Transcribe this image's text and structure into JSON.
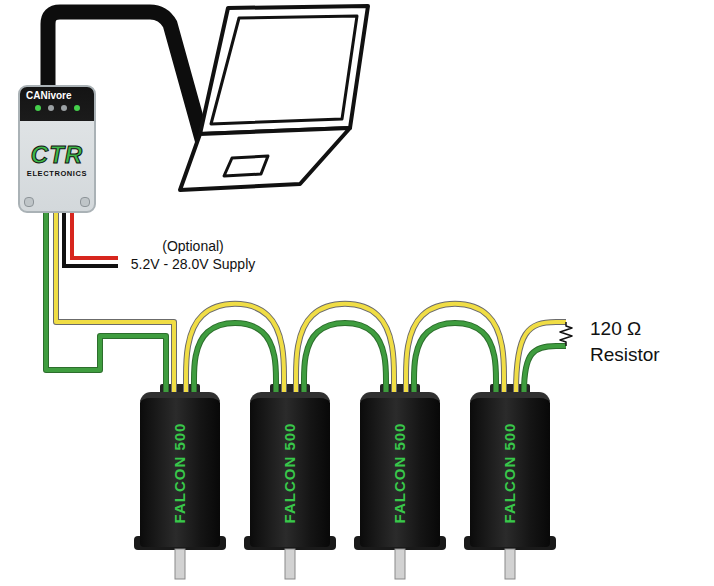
{
  "diagram": {
    "nodes": [
      {
        "text": [
          "CANivore",
          "CTR",
          "ELECTRONICS"
        ]
      },
      {
        "text": [
          "FALCON 500"
        ]
      },
      {
        "text": [
          "FALCON 500"
        ]
      },
      {
        "text": [
          "FALCON 500"
        ]
      },
      {
        "text": [
          "FALCON 500"
        ]
      }
    ],
    "edges": [
      {
        "from": 0,
        "to": 1,
        "arrow": "none"
      },
      {
        "from": 1,
        "to": 2,
        "arrow": "none"
      },
      {
        "from": 2,
        "to": 3,
        "arrow": "none"
      },
      {
        "from": 3,
        "to": 4,
        "arrow": "none"
      }
    ],
    "labels": [
      "(Optional)",
      "5.2V - 28.0V Supply",
      "120 Ω Resistor"
    ]
  }
}
